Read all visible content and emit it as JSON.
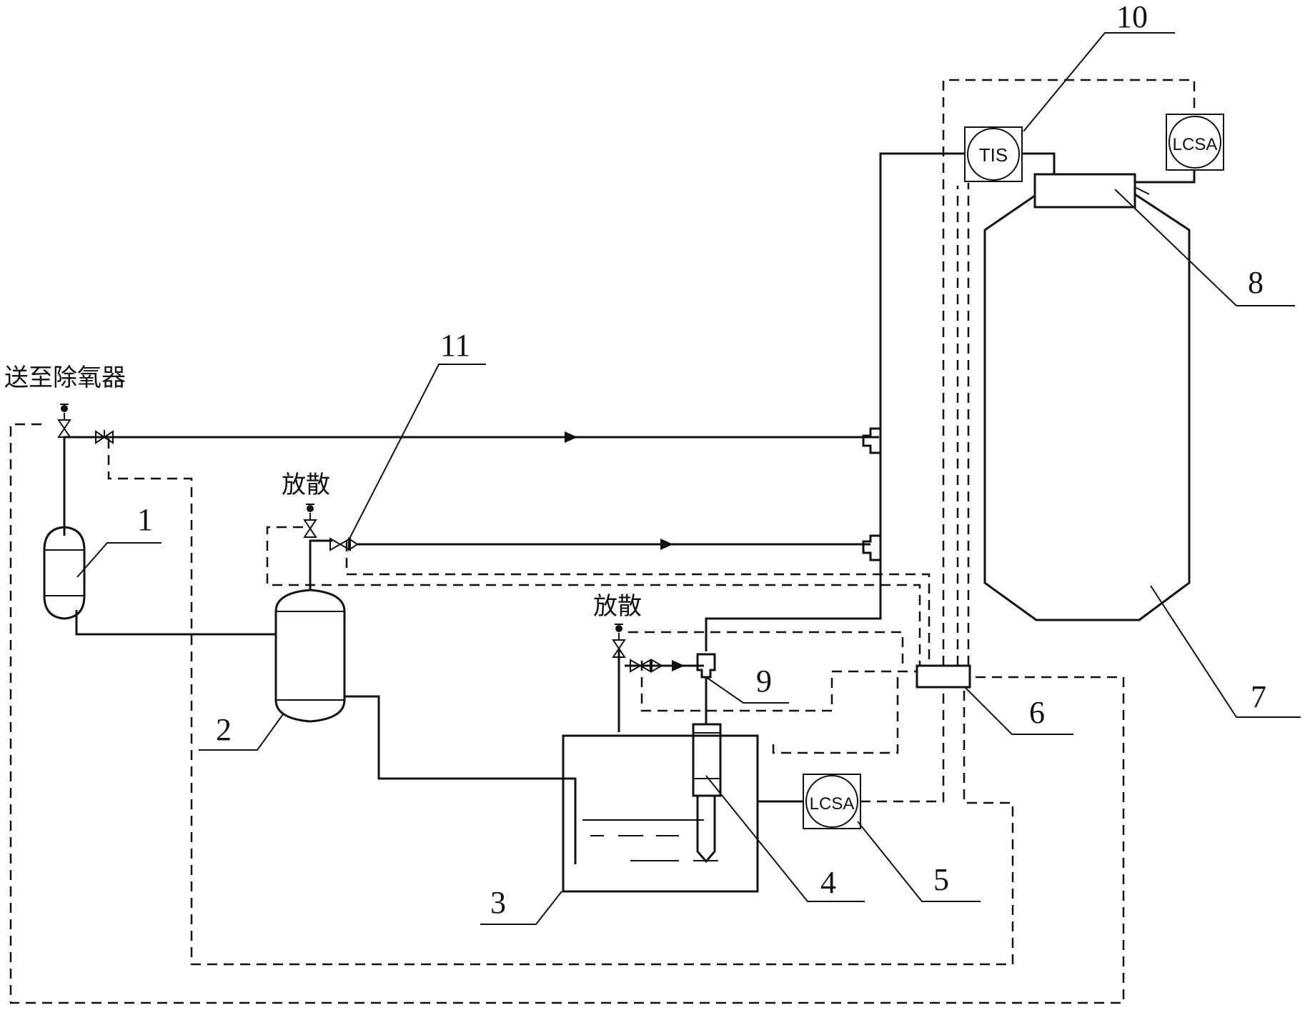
{
  "labels": {
    "deaerator_outlet": "送至除氧器",
    "vent_top": "放散",
    "vent_bottom": "放散"
  },
  "instruments": {
    "tis": "TIS",
    "lcsa_top": "LCSA",
    "lcsa_bottom": "LCSA"
  },
  "callouts": {
    "n1": "1",
    "n2": "2",
    "n3": "3",
    "n4": "4",
    "n5": "5",
    "n6": "6",
    "n7": "7",
    "n8": "8",
    "n9": "9",
    "n10": "10",
    "n11": "11"
  }
}
